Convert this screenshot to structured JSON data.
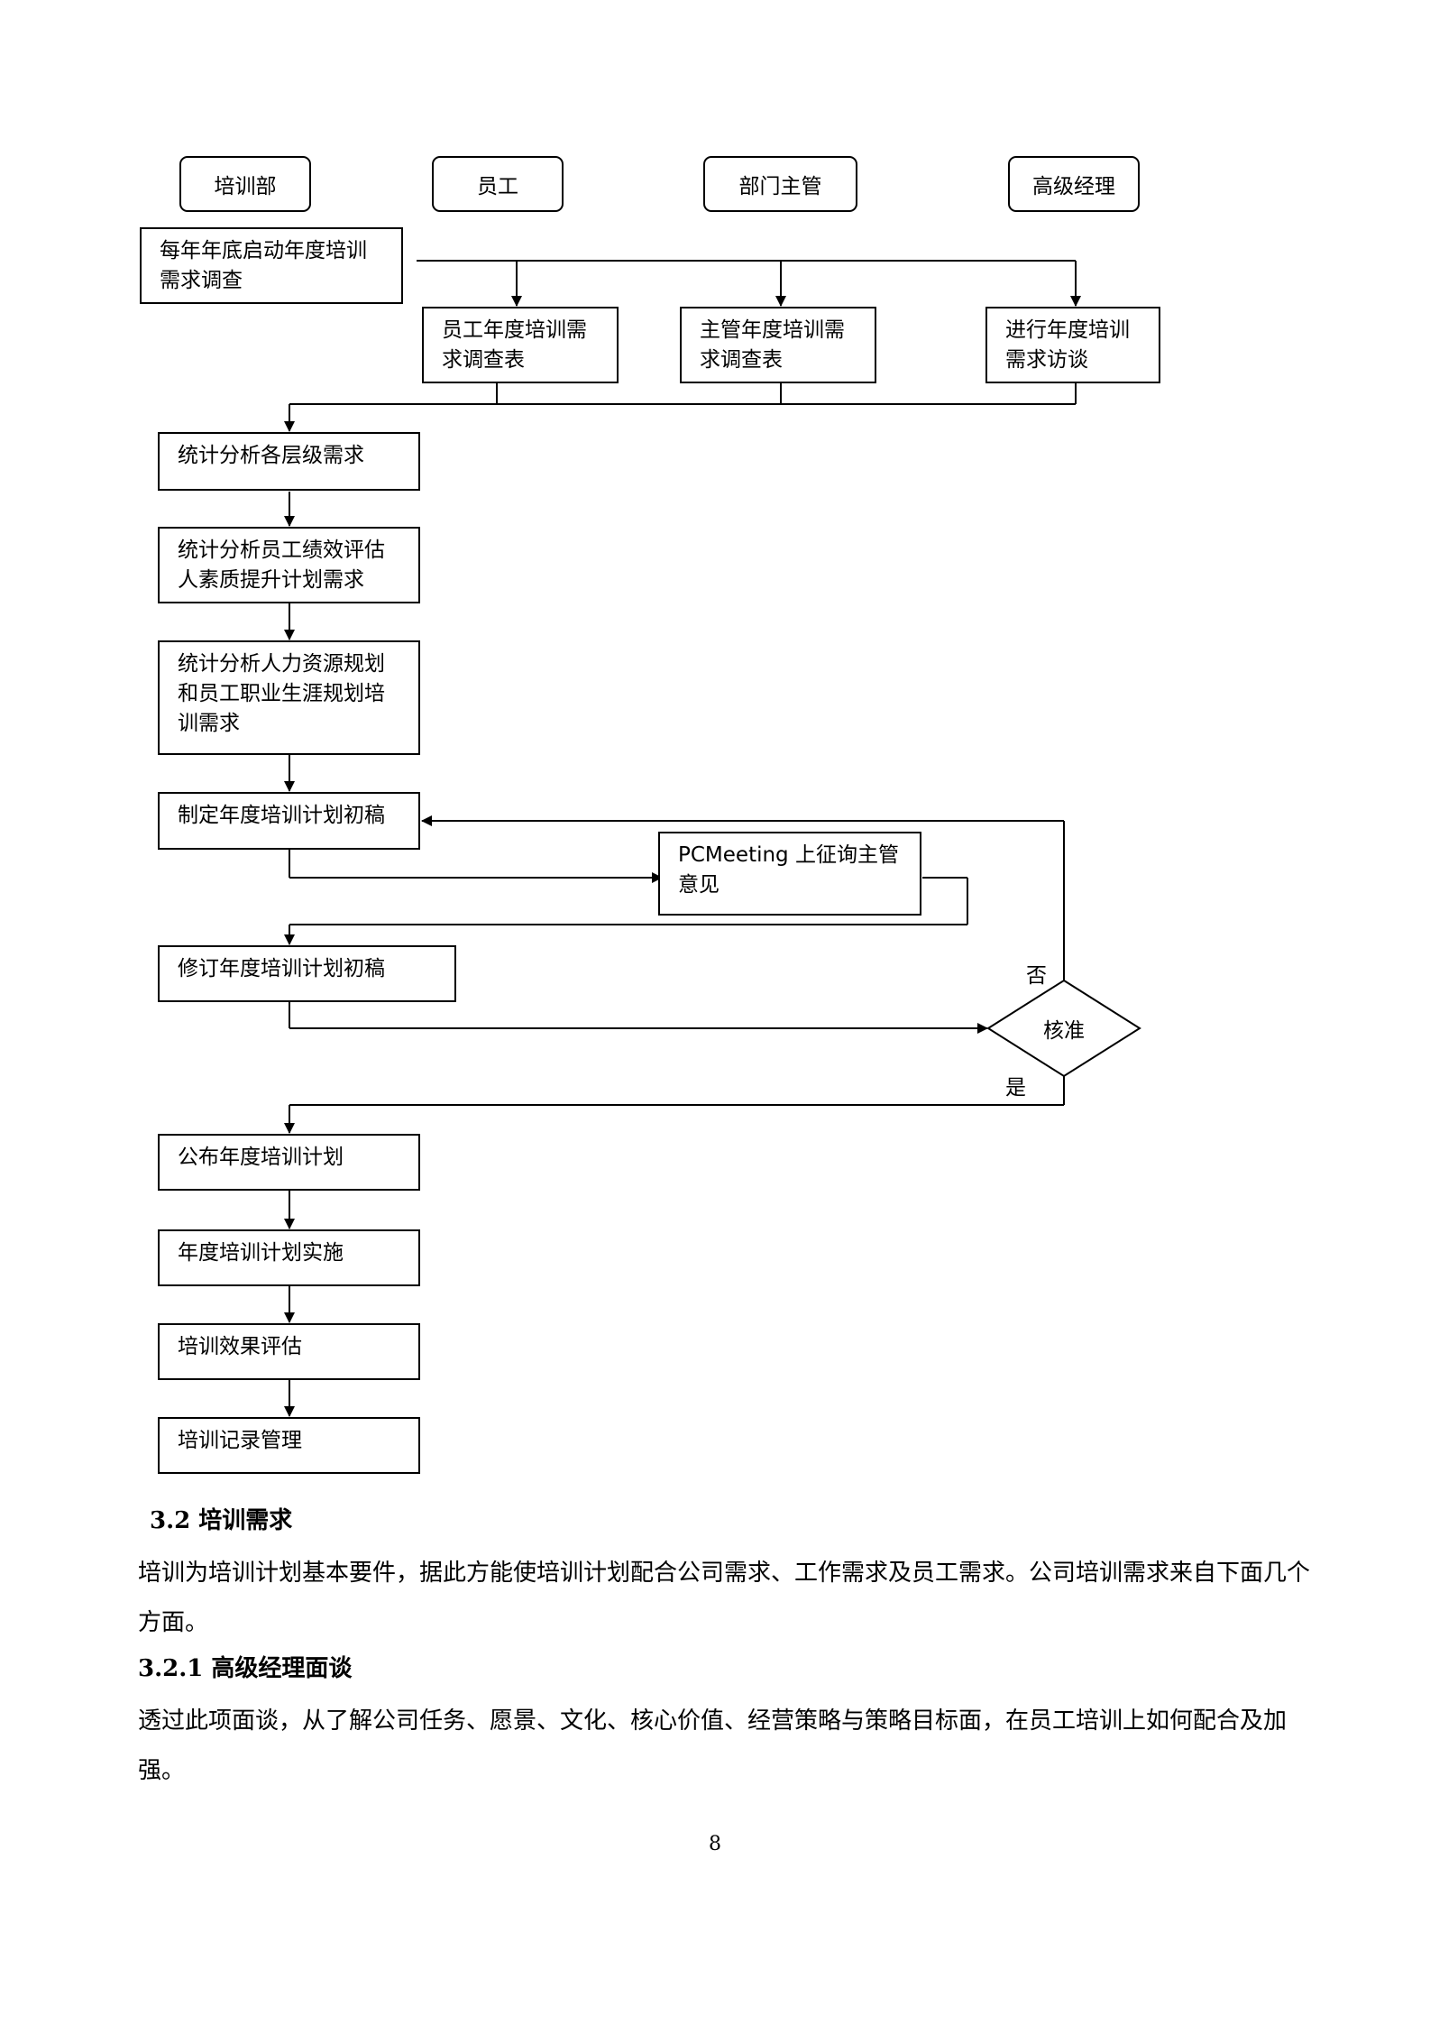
{
  "flowchart": {
    "lanes": {
      "training": "培训部",
      "employee": "员工",
      "manager": "部门主管",
      "senior": "高级经理"
    },
    "nodes": {
      "start": "每年年底启动年度培训需求调查",
      "emp_survey": "员工年度培训需求调查表",
      "mgr_survey": "主管年度培训需求调查表",
      "senior_interview": "进行年度培训需求访谈",
      "analyze_levels": "统计分析各层级需求",
      "analyze_perf": "统计分析员工绩效评估人素质提升计划需求",
      "analyze_hr": "统计分析人力资源规划和员工职业生涯规划培训需求",
      "draft": "制定年度培训计划初稿",
      "pcmeeting": "PCMeeting 上征询主管意见",
      "revise": "修订年度培训计划初稿",
      "approve": "核准",
      "publish": "公布年度培训计划",
      "implement": "年度培训计划实施",
      "evaluate": "培训效果评估",
      "records": "培训记录管理"
    },
    "edge_labels": {
      "no": "否",
      "yes": "是"
    }
  },
  "section": {
    "heading_1": "3.2 培训需求",
    "paragraph_1": "培训为培训计划基本要件，据此方能使培训计划配合公司需求、工作需求及员工需求。公司培训需求来自下面几个方面。",
    "heading_2": "3.2.1 高级经理面谈",
    "paragraph_2": "透过此项面谈，从了解公司任务、愿景、文化、核心价值、经营策略与策略目标面，在员工培训上如何配合及加强。"
  },
  "page_number": "8"
}
